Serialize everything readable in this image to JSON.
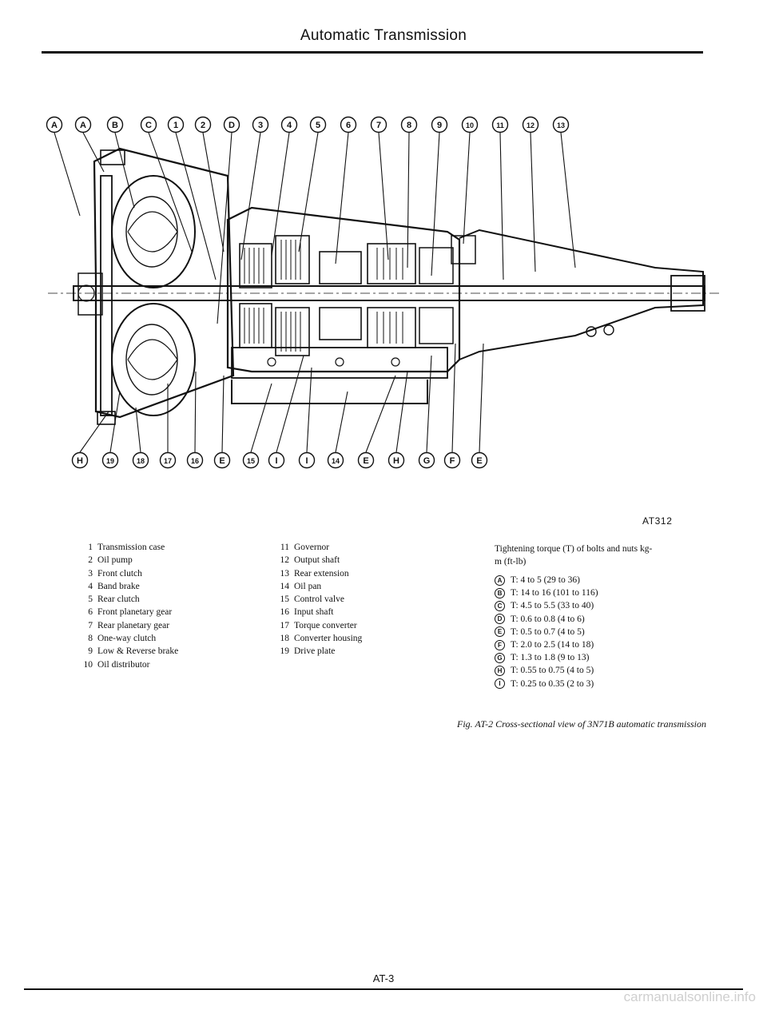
{
  "header": {
    "title": "Automatic Transmission"
  },
  "figure": {
    "code": "AT312",
    "caption": "Fig. AT-2 Cross-sectional view of 3N71B automatic transmission",
    "top_callouts": [
      "A",
      "A",
      "B",
      "C",
      "1",
      "2",
      "D",
      "3",
      "4",
      "5",
      "6",
      "7",
      "8",
      "9",
      "10",
      "11",
      "12",
      "13"
    ],
    "bottom_callouts": [
      "H",
      "19",
      "18",
      "17",
      "16",
      "E",
      "15",
      "I",
      "I",
      "14",
      "E",
      "H",
      "G",
      "F",
      "E"
    ]
  },
  "parts_legend": [
    {
      "num": "1",
      "label": "Transmission case"
    },
    {
      "num": "2",
      "label": "Oil pump"
    },
    {
      "num": "3",
      "label": "Front clutch"
    },
    {
      "num": "4",
      "label": "Band brake"
    },
    {
      "num": "5",
      "label": "Rear clutch"
    },
    {
      "num": "6",
      "label": "Front planetary gear"
    },
    {
      "num": "7",
      "label": "Rear planetary gear"
    },
    {
      "num": "8",
      "label": "One-way clutch"
    },
    {
      "num": "9",
      "label": "Low & Reverse brake"
    },
    {
      "num": "10",
      "label": "Oil distributor"
    },
    {
      "num": "11",
      "label": "Governor"
    },
    {
      "num": "12",
      "label": "Output shaft"
    },
    {
      "num": "13",
      "label": "Rear extension"
    },
    {
      "num": "14",
      "label": "Oil pan"
    },
    {
      "num": "15",
      "label": "Control valve"
    },
    {
      "num": "16",
      "label": "Input shaft"
    },
    {
      "num": "17",
      "label": "Torque converter"
    },
    {
      "num": "18",
      "label": "Converter housing"
    },
    {
      "num": "19",
      "label": "Drive plate"
    }
  ],
  "torque": {
    "title": "Tightening torque (T) of bolts and nuts   kg-m (ft-lb)",
    "items": [
      {
        "letter": "A",
        "value": "T:  4 to 5 (29 to 36)"
      },
      {
        "letter": "B",
        "value": "T:  14 to 16 (101 to 116)"
      },
      {
        "letter": "C",
        "value": "T:  4.5 to 5.5 (33 to 40)"
      },
      {
        "letter": "D",
        "value": "T:  0.6 to 0.8 (4 to 6)"
      },
      {
        "letter": "E",
        "value": "T:  0.5 to 0.7 (4 to 5)"
      },
      {
        "letter": "F",
        "value": "T:  2.0 to 2.5 (14 to 18)"
      },
      {
        "letter": "G",
        "value": "T:  1.3 to 1.8 (9 to 13)"
      },
      {
        "letter": "H",
        "value": "T:  0.55 to 0.75 (4 to 5)"
      },
      {
        "letter": "I",
        "value": "T:  0.25 to 0.35 (2 to 3)"
      }
    ]
  },
  "footer": {
    "page_number": "AT-3",
    "watermark": "carmanualsonline.info"
  }
}
